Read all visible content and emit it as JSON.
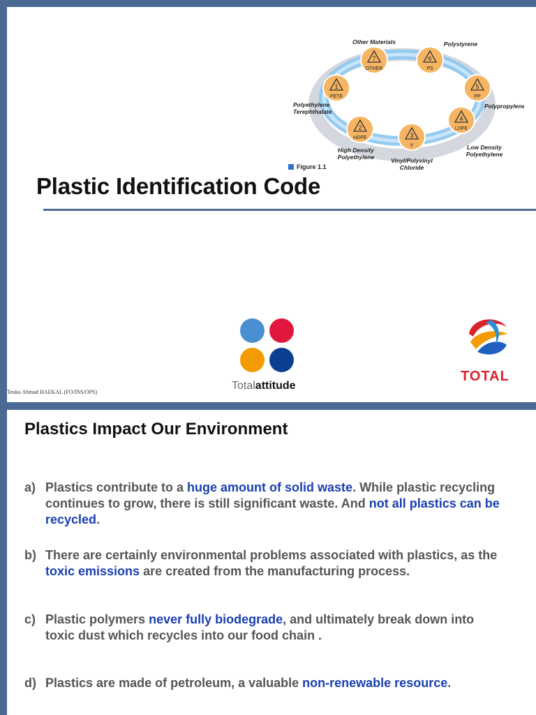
{
  "slide1": {
    "title": "Plastic Identification Code",
    "figure_caption": "Figure 1.1",
    "diagram": {
      "codes": [
        {
          "number": "1",
          "abbr": "PETE",
          "name_lines": [
            "Polyethylene",
            "Terephthalate"
          ]
        },
        {
          "number": "2",
          "abbr": "HDPE",
          "name_lines": [
            "High Density",
            "Polyethylene"
          ]
        },
        {
          "number": "3",
          "abbr": "V",
          "name_lines": [
            "Vinyl/Polyvinyl",
            "Chloride"
          ]
        },
        {
          "number": "4",
          "abbr": "LDPE",
          "name_lines": [
            "Low Density",
            "Polyethylene"
          ]
        },
        {
          "number": "5",
          "abbr": "PP",
          "name_lines": [
            "Polypropylene"
          ]
        },
        {
          "number": "6",
          "abbr": "PS",
          "name_lines": [
            "Polystyrene"
          ]
        },
        {
          "number": "7",
          "abbr": "OTHER",
          "name_lines": [
            "Other Materials"
          ]
        }
      ]
    },
    "logo_total_attitude": {
      "light": "Total",
      "bold": "attitude"
    },
    "logo_total": "TOTAL",
    "author": "Teuku Ahmad HAEKAL (FO/INS/OPS)"
  },
  "slide2": {
    "title": "Plastics Impact Our Environment",
    "items": [
      {
        "letter": "a)",
        "segments": [
          {
            "text": "Plastics contribute to a ",
            "hl": false
          },
          {
            "text": "huge amount of solid waste",
            "hl": true
          },
          {
            "text": ". While plastic recycling continues to grow, there is still significant waste. And ",
            "hl": false
          },
          {
            "text": "not all plastics can be recycled",
            "hl": true
          },
          {
            "text": ".",
            "hl": false
          }
        ]
      },
      {
        "letter": "b)",
        "segments": [
          {
            "text": " There are certainly environmental problems associated with plastics, as the ",
            "hl": false
          },
          {
            "text": "toxic emissions",
            "hl": true
          },
          {
            "text": " are created from the manufacturing process.",
            "hl": false
          }
        ]
      },
      {
        "letter": "c)",
        "segments": [
          {
            "text": "Plastic polymers ",
            "hl": false
          },
          {
            "text": "never fully biodegrade",
            "hl": true
          },
          {
            "text": ", and ultimately break down into toxic dust which recycles into our food chain .",
            "hl": false
          }
        ]
      },
      {
        "letter": "d)",
        "segments": [
          {
            "text": "Plastics are made of petroleum, a valuable ",
            "hl": false
          },
          {
            "text": "non-renewable resource",
            "hl": true
          },
          {
            "text": ".",
            "hl": false
          }
        ]
      }
    ]
  },
  "colors": {
    "frame": "#4a6a94",
    "highlight": "#1a3fb0",
    "body_text": "#555555",
    "total_red": "#d8232a"
  }
}
